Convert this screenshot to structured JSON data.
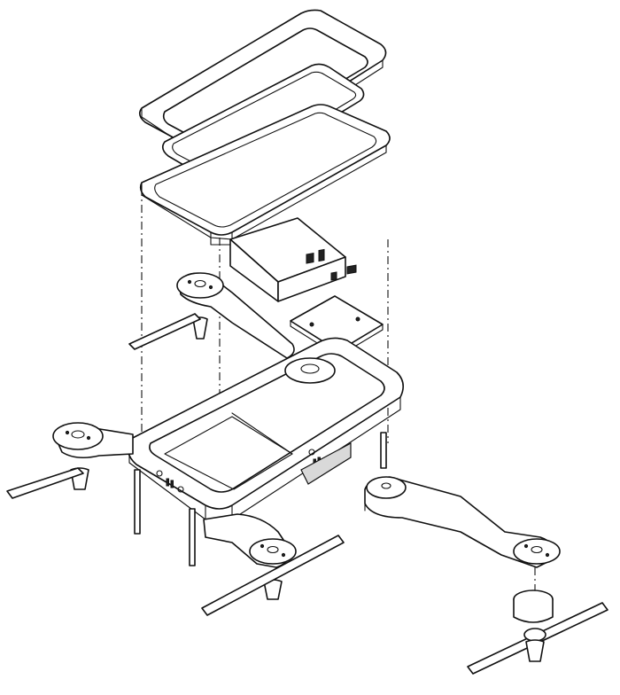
{
  "figure": {
    "type": "exploded assembly line drawing",
    "background": "#ffffff",
    "line_color": "#111111"
  },
  "parts": [
    {
      "id": "outer-bezel",
      "icon": "rounded-rectangle-frame"
    },
    {
      "id": "device-screen",
      "icon": "smartphone"
    },
    {
      "id": "device-tray",
      "icon": "tray"
    },
    {
      "id": "battery-pack",
      "icon": "box"
    },
    {
      "id": "control-board",
      "icon": "circuit-board"
    },
    {
      "id": "main-frame",
      "icon": "chassis"
    },
    {
      "id": "arm-rear-left",
      "icon": "motor-arm"
    },
    {
      "id": "arm-front-left",
      "icon": "motor-arm"
    },
    {
      "id": "arm-front-center",
      "icon": "motor-arm"
    },
    {
      "id": "arm-detached-right",
      "icon": "motor-arm"
    },
    {
      "id": "motor-cap",
      "icon": "cylinder"
    },
    {
      "id": "propeller",
      "icon": "propeller"
    }
  ]
}
